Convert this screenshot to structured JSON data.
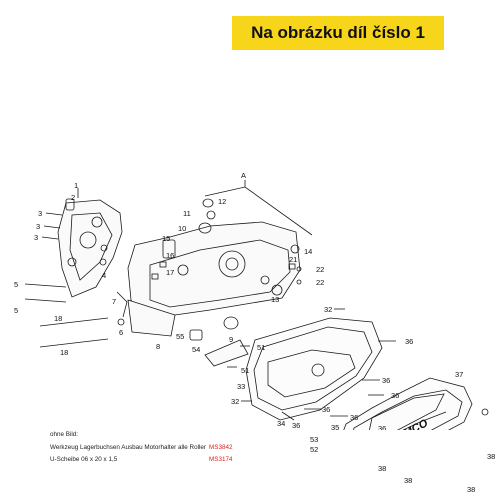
{
  "banner": {
    "text": "Na obrázku díl číslo 1",
    "color": "#f7d51a"
  },
  "callouts": [
    "1",
    "2",
    "3",
    "3",
    "3",
    "4",
    "5",
    "5",
    "6",
    "7",
    "8",
    "9",
    "10",
    "11",
    "12",
    "13",
    "14",
    "15",
    "16",
    "17",
    "18",
    "18",
    "21",
    "22",
    "22",
    "32",
    "32",
    "33",
    "34",
    "35",
    "36",
    "36",
    "36",
    "36",
    "36",
    "36",
    "36",
    "36",
    "37",
    "38",
    "38",
    "38",
    "38",
    "38",
    "51",
    "51",
    "52",
    "53",
    "54",
    "55",
    "A"
  ],
  "logo_text": "KYMCO",
  "notes": {
    "header": "ohne Bild:",
    "items": [
      {
        "desc": "Werkzeug Lagerbuchsen Ausbau Motorhalter alle Roller",
        "code": "MS3842"
      },
      {
        "desc": "U-Scheibe 06 x 20 x 1,5",
        "code": "MS3174"
      }
    ]
  },
  "colors": {
    "code": "#e0201b",
    "line": "#1a1a1a"
  }
}
